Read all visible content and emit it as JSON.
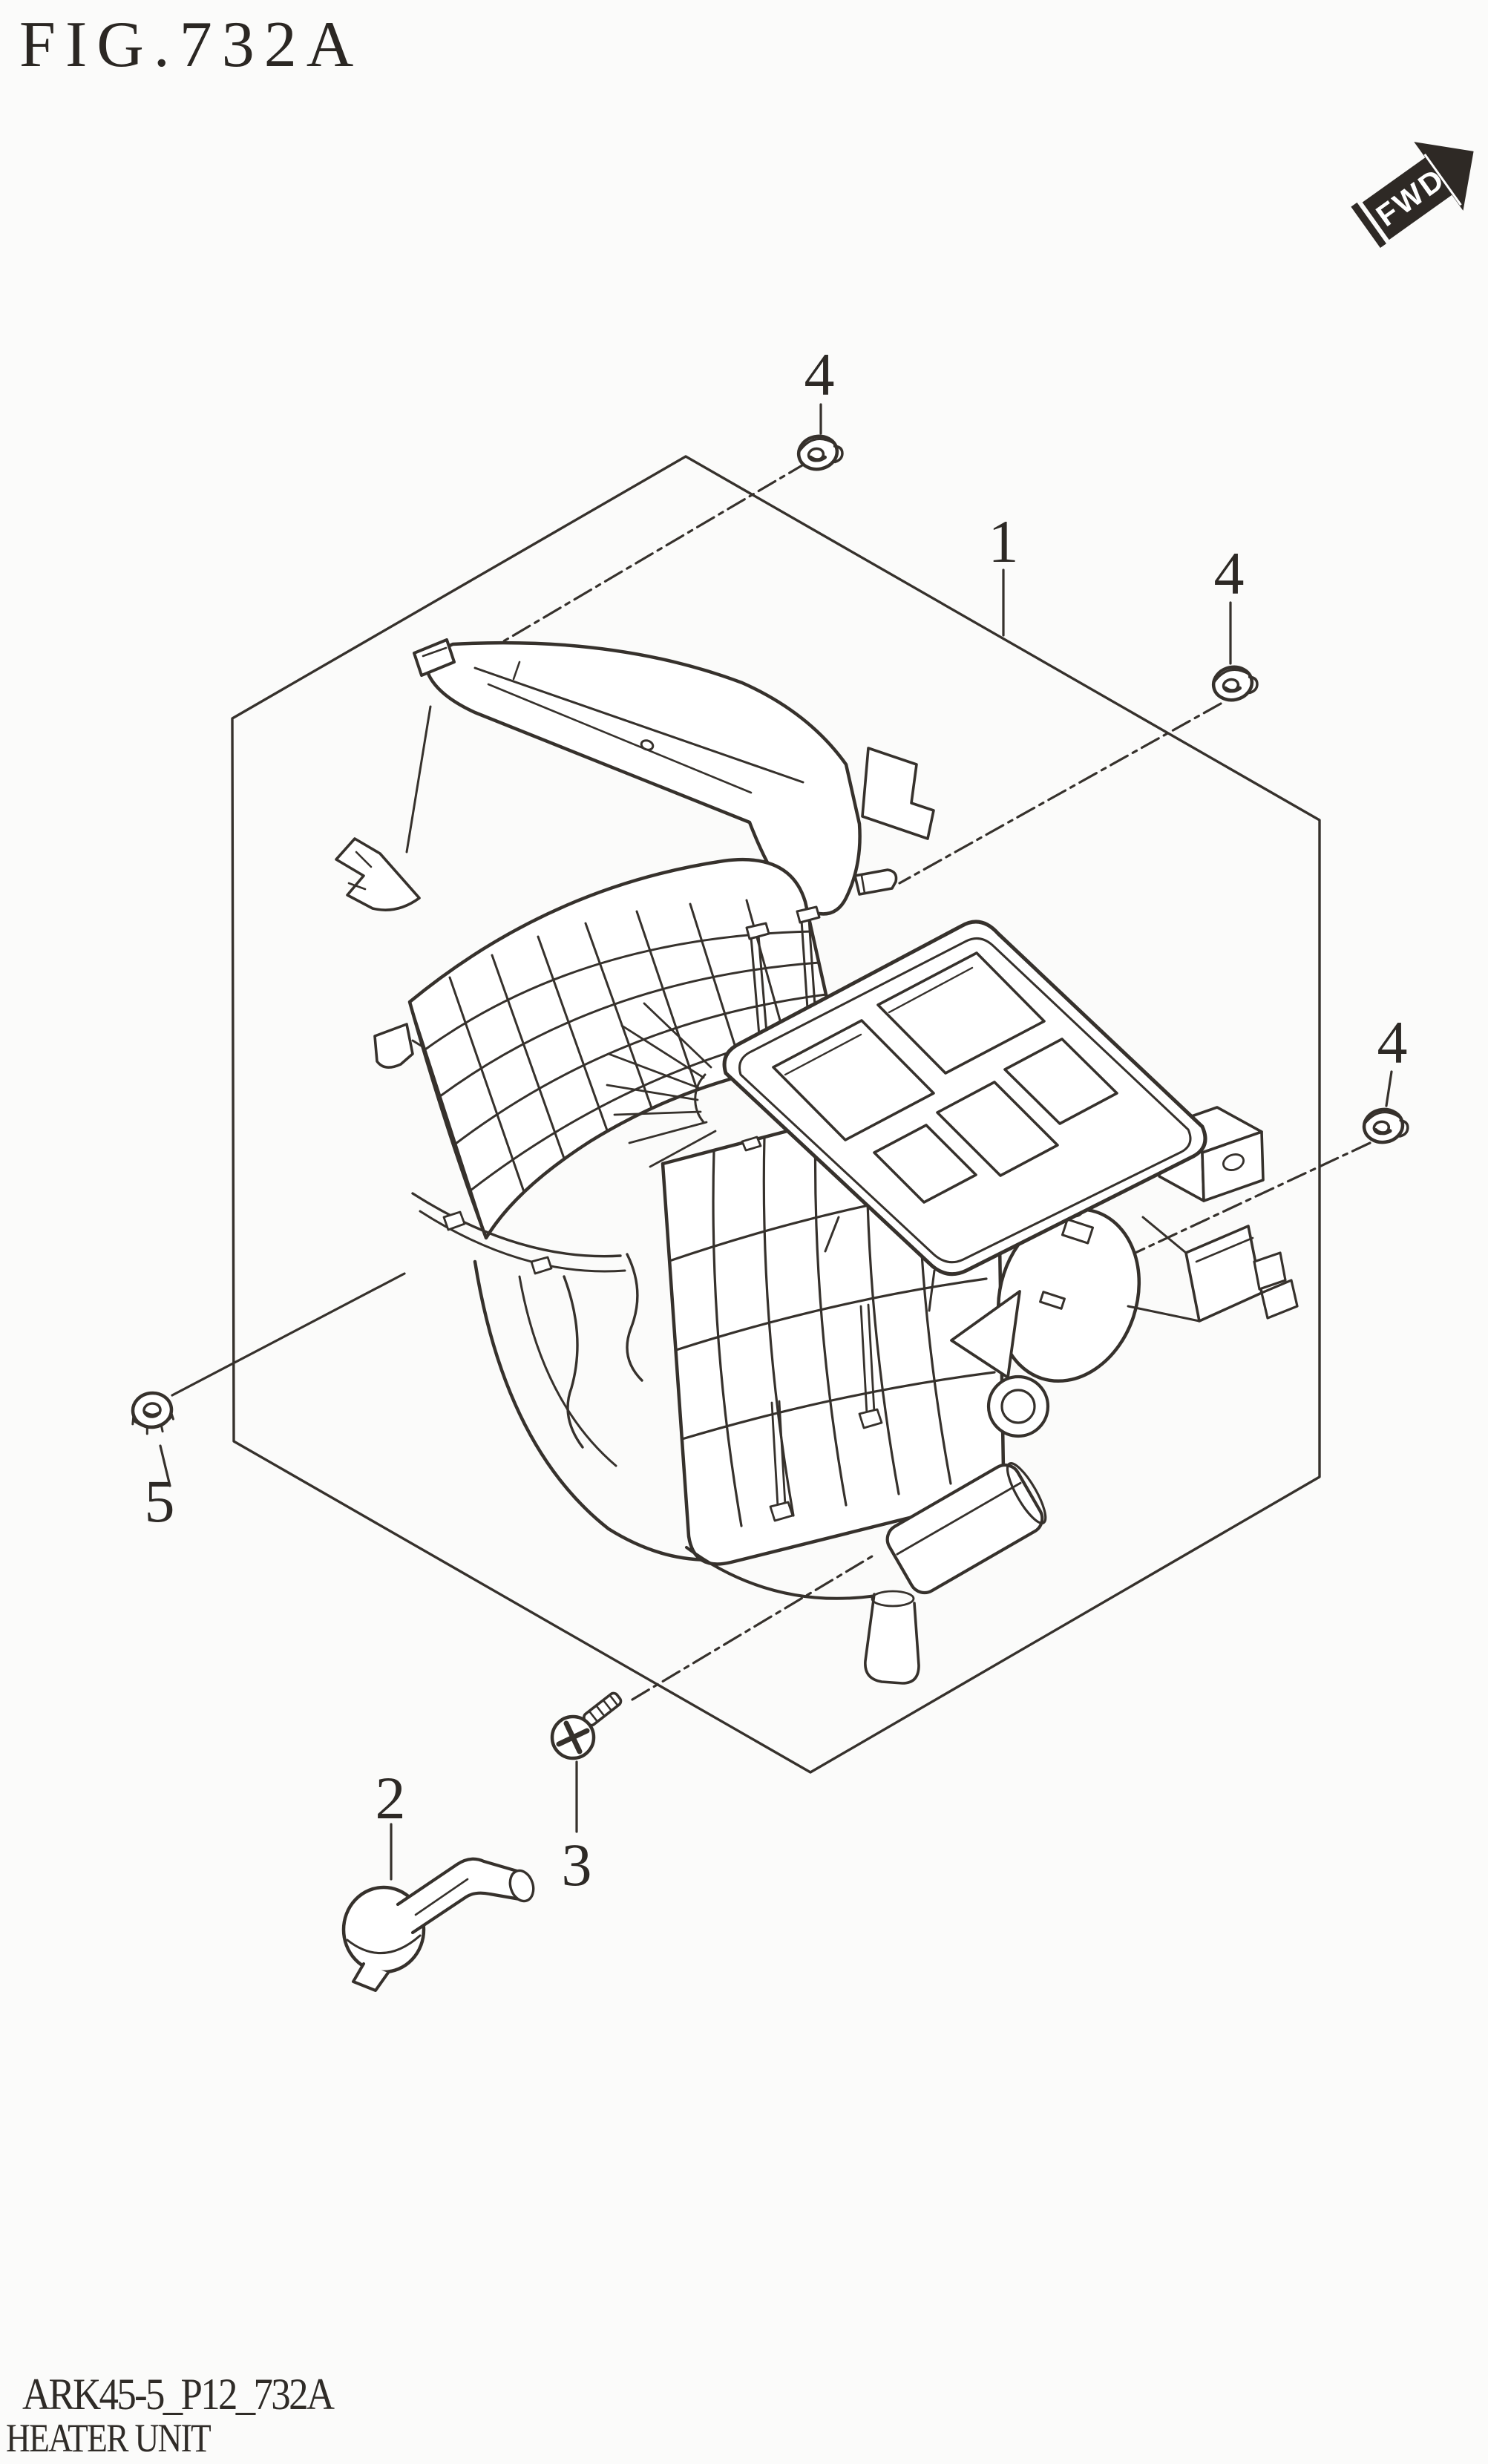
{
  "page": {
    "title": "FIG.732A",
    "fwd_label": "FWD",
    "footer_code": "ARK45-5_P12_732A",
    "footer_caption": "HEATER UNIT"
  },
  "diagram": {
    "type": "exploded-parts-illustration",
    "subject": "heater unit assembly",
    "callouts": [
      {
        "label": "1",
        "part": "heater-unit-assembly"
      },
      {
        "label": "2",
        "part": "drain-hose"
      },
      {
        "label": "3",
        "part": "tapping-screw"
      },
      {
        "label": "4",
        "part": "grommet-top"
      },
      {
        "label": "4",
        "part": "grommet-right-upper"
      },
      {
        "label": "4",
        "part": "grommet-right-lower"
      },
      {
        "label": "5",
        "part": "flange-nut"
      }
    ],
    "colors": {
      "line": "#36312c",
      "background": "#fbfbfa",
      "arrow_fill": "#2e2925",
      "arrow_text": "#ffffff"
    }
  }
}
